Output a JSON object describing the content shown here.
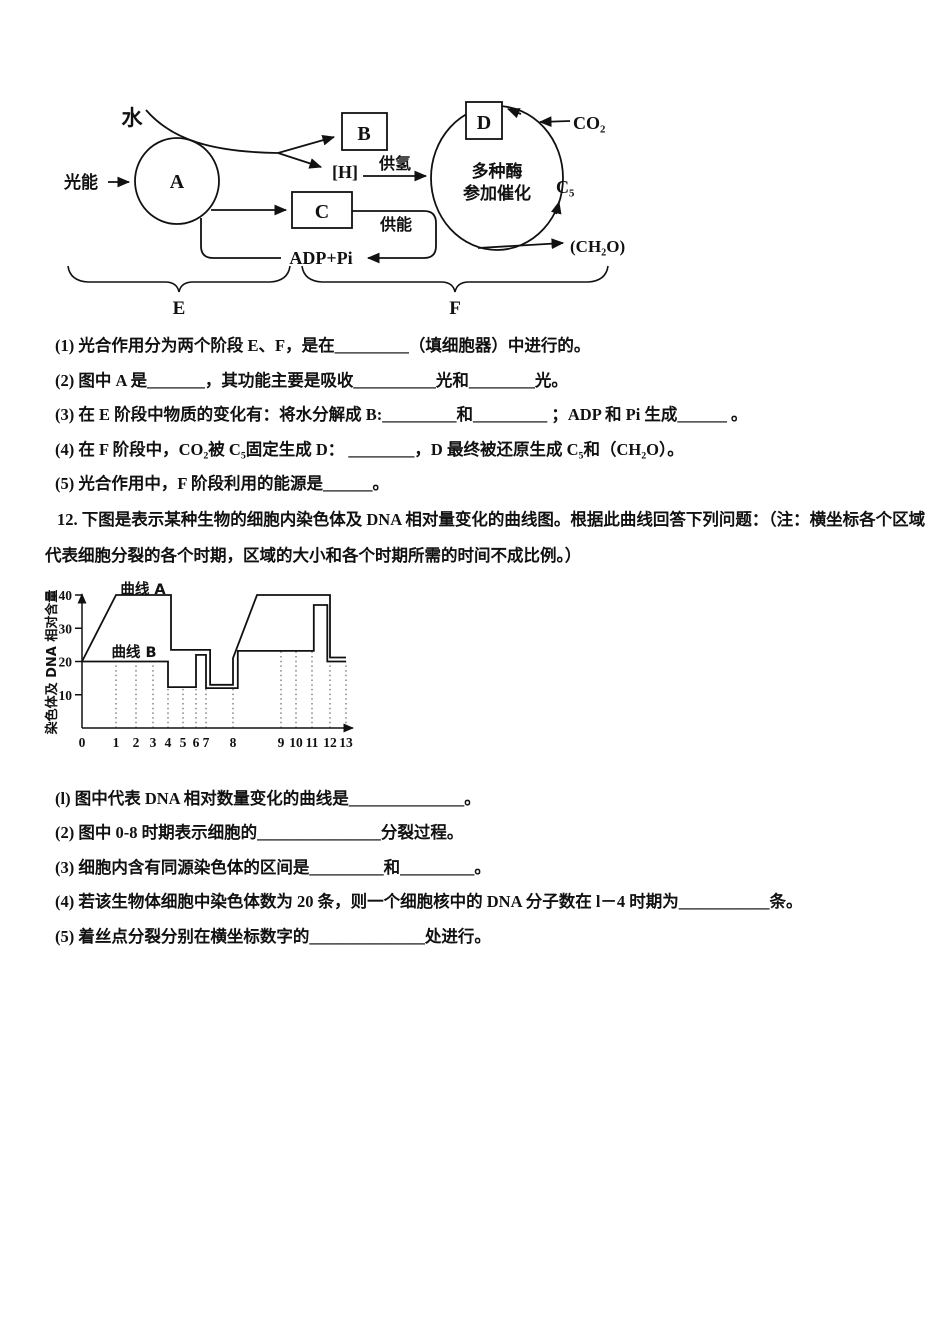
{
  "diagram1": {
    "water": "水",
    "light_energy": "光能",
    "a": "A",
    "b": "B",
    "c": "C",
    "d": "D",
    "h": "[H]",
    "supply_hydrogen": "供氢",
    "supply_energy": "供能",
    "adp_pi": "ADP+Pi",
    "co2": "CO₂",
    "c5": "C₅",
    "ch2o": "(CH₂O)",
    "enzyme_line1": "多种酶",
    "enzyme_line2": "参加催化",
    "stage_e": "E",
    "stage_f": "F"
  },
  "q11": {
    "items": [
      "(1) 光合作用分为两个阶段 E、F，是在_________（填细胞器）中进行的。",
      "(2) 图中 A 是_______，其功能主要是吸收__________光和________光。",
      "(3) 在 E 阶段中物质的变化有：将水分解成 B:_________和_________ ；ADP 和 Pi 生成______ 。",
      "(4) 在 F 阶段中，CO₂被 C₅固定生成 D： ________，D 最终被还原生成 C₅和（CH₂O）。",
      "(5) 光合作用中，F 阶段利用的能源是______。"
    ]
  },
  "q12": {
    "intro": "12. 下图是表示某种生物的细胞内染色体及 DNA 相对量变化的曲线图。根据此曲线回答下列问题：（注：横坐标各个区域代表细胞分裂的各个时期，区域的大小和各个时期所需的时间不成比例。）",
    "items": [
      "(l) 图中代表 DNA 相对数量变化的曲线是______________。",
      "(2) 图中 0-8 时期表示细胞的_______________分裂过程。",
      "(3) 细胞内含有同源染色体的区间是_________和_________。",
      "(4) 若该生物体细胞中染色体数为 20 条，则一个细胞核中的 DNA 分子数在 l－4 时期为___________条。",
      "(5) 着丝点分裂分别在横坐标数字的______________处进行。"
    ]
  },
  "chart_data": {
    "type": "line",
    "title": "",
    "xlabel": "",
    "ylabel": "染色体及 DNA 相对含量",
    "ylim": [
      0,
      45
    ],
    "yticks": [
      10,
      20,
      30,
      40
    ],
    "xticks": [
      0,
      1,
      2,
      3,
      4,
      5,
      6,
      7,
      8,
      9,
      10,
      11,
      12,
      13
    ],
    "legend_position": "labels-on-curves",
    "grid": "vertical dotted guides at each x tick",
    "series": [
      {
        "name": "曲线 A",
        "meaning": "DNA relative content",
        "points": [
          [
            0,
            20
          ],
          [
            1,
            40
          ],
          [
            4.2,
            40
          ],
          [
            4.2,
            23.5
          ],
          [
            7.15,
            23.5
          ],
          [
            7.15,
            13
          ],
          [
            8,
            13
          ],
          [
            8,
            21
          ],
          [
            8.5,
            40
          ],
          [
            12,
            40
          ],
          [
            12,
            21.2
          ],
          [
            13,
            21.2
          ]
        ]
      },
      {
        "name": "曲线 B",
        "meaning": "chromosome relative content",
        "points": [
          [
            0,
            20
          ],
          [
            4,
            20
          ],
          [
            4,
            12.3
          ],
          [
            6,
            12.3
          ],
          [
            6,
            22
          ],
          [
            7,
            22
          ],
          [
            7,
            12
          ],
          [
            8.1,
            12
          ],
          [
            8.1,
            23.2
          ],
          [
            11.1,
            23.2
          ],
          [
            11.1,
            37
          ],
          [
            11.85,
            37
          ],
          [
            11.85,
            20
          ],
          [
            13,
            20
          ]
        ]
      }
    ],
    "guides": [
      [
        1,
        20
      ],
      [
        2,
        20
      ],
      [
        3,
        20
      ],
      [
        4,
        12.3
      ],
      [
        5,
        12.3
      ],
      [
        6,
        12
      ],
      [
        7,
        12
      ],
      [
        8,
        12
      ],
      [
        9,
        23.2
      ],
      [
        10,
        23.2
      ],
      [
        11,
        23.2
      ],
      [
        12,
        21.2
      ],
      [
        13,
        20
      ]
    ]
  }
}
